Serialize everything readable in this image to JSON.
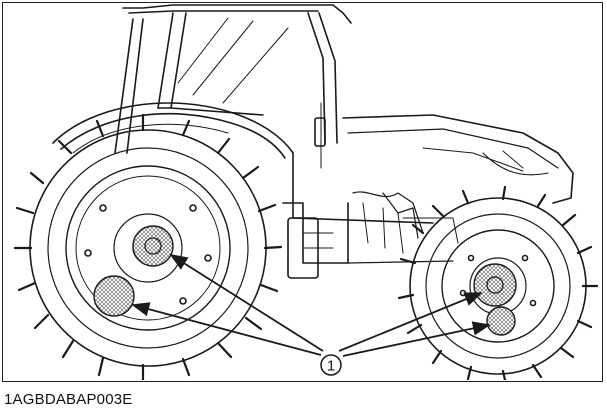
{
  "figure": {
    "code": "1AGBDABAP003E",
    "callout_label": "1",
    "subject": "tractor-side-view",
    "highlighted_parts": [
      "rear-axle-hub",
      "rear-wheel-hub-lower",
      "front-axle-hub",
      "front-wheel-hub-lower"
    ],
    "colors": {
      "line": "#1a1a1a",
      "background": "#ffffff",
      "highlight": "#666666"
    }
  }
}
